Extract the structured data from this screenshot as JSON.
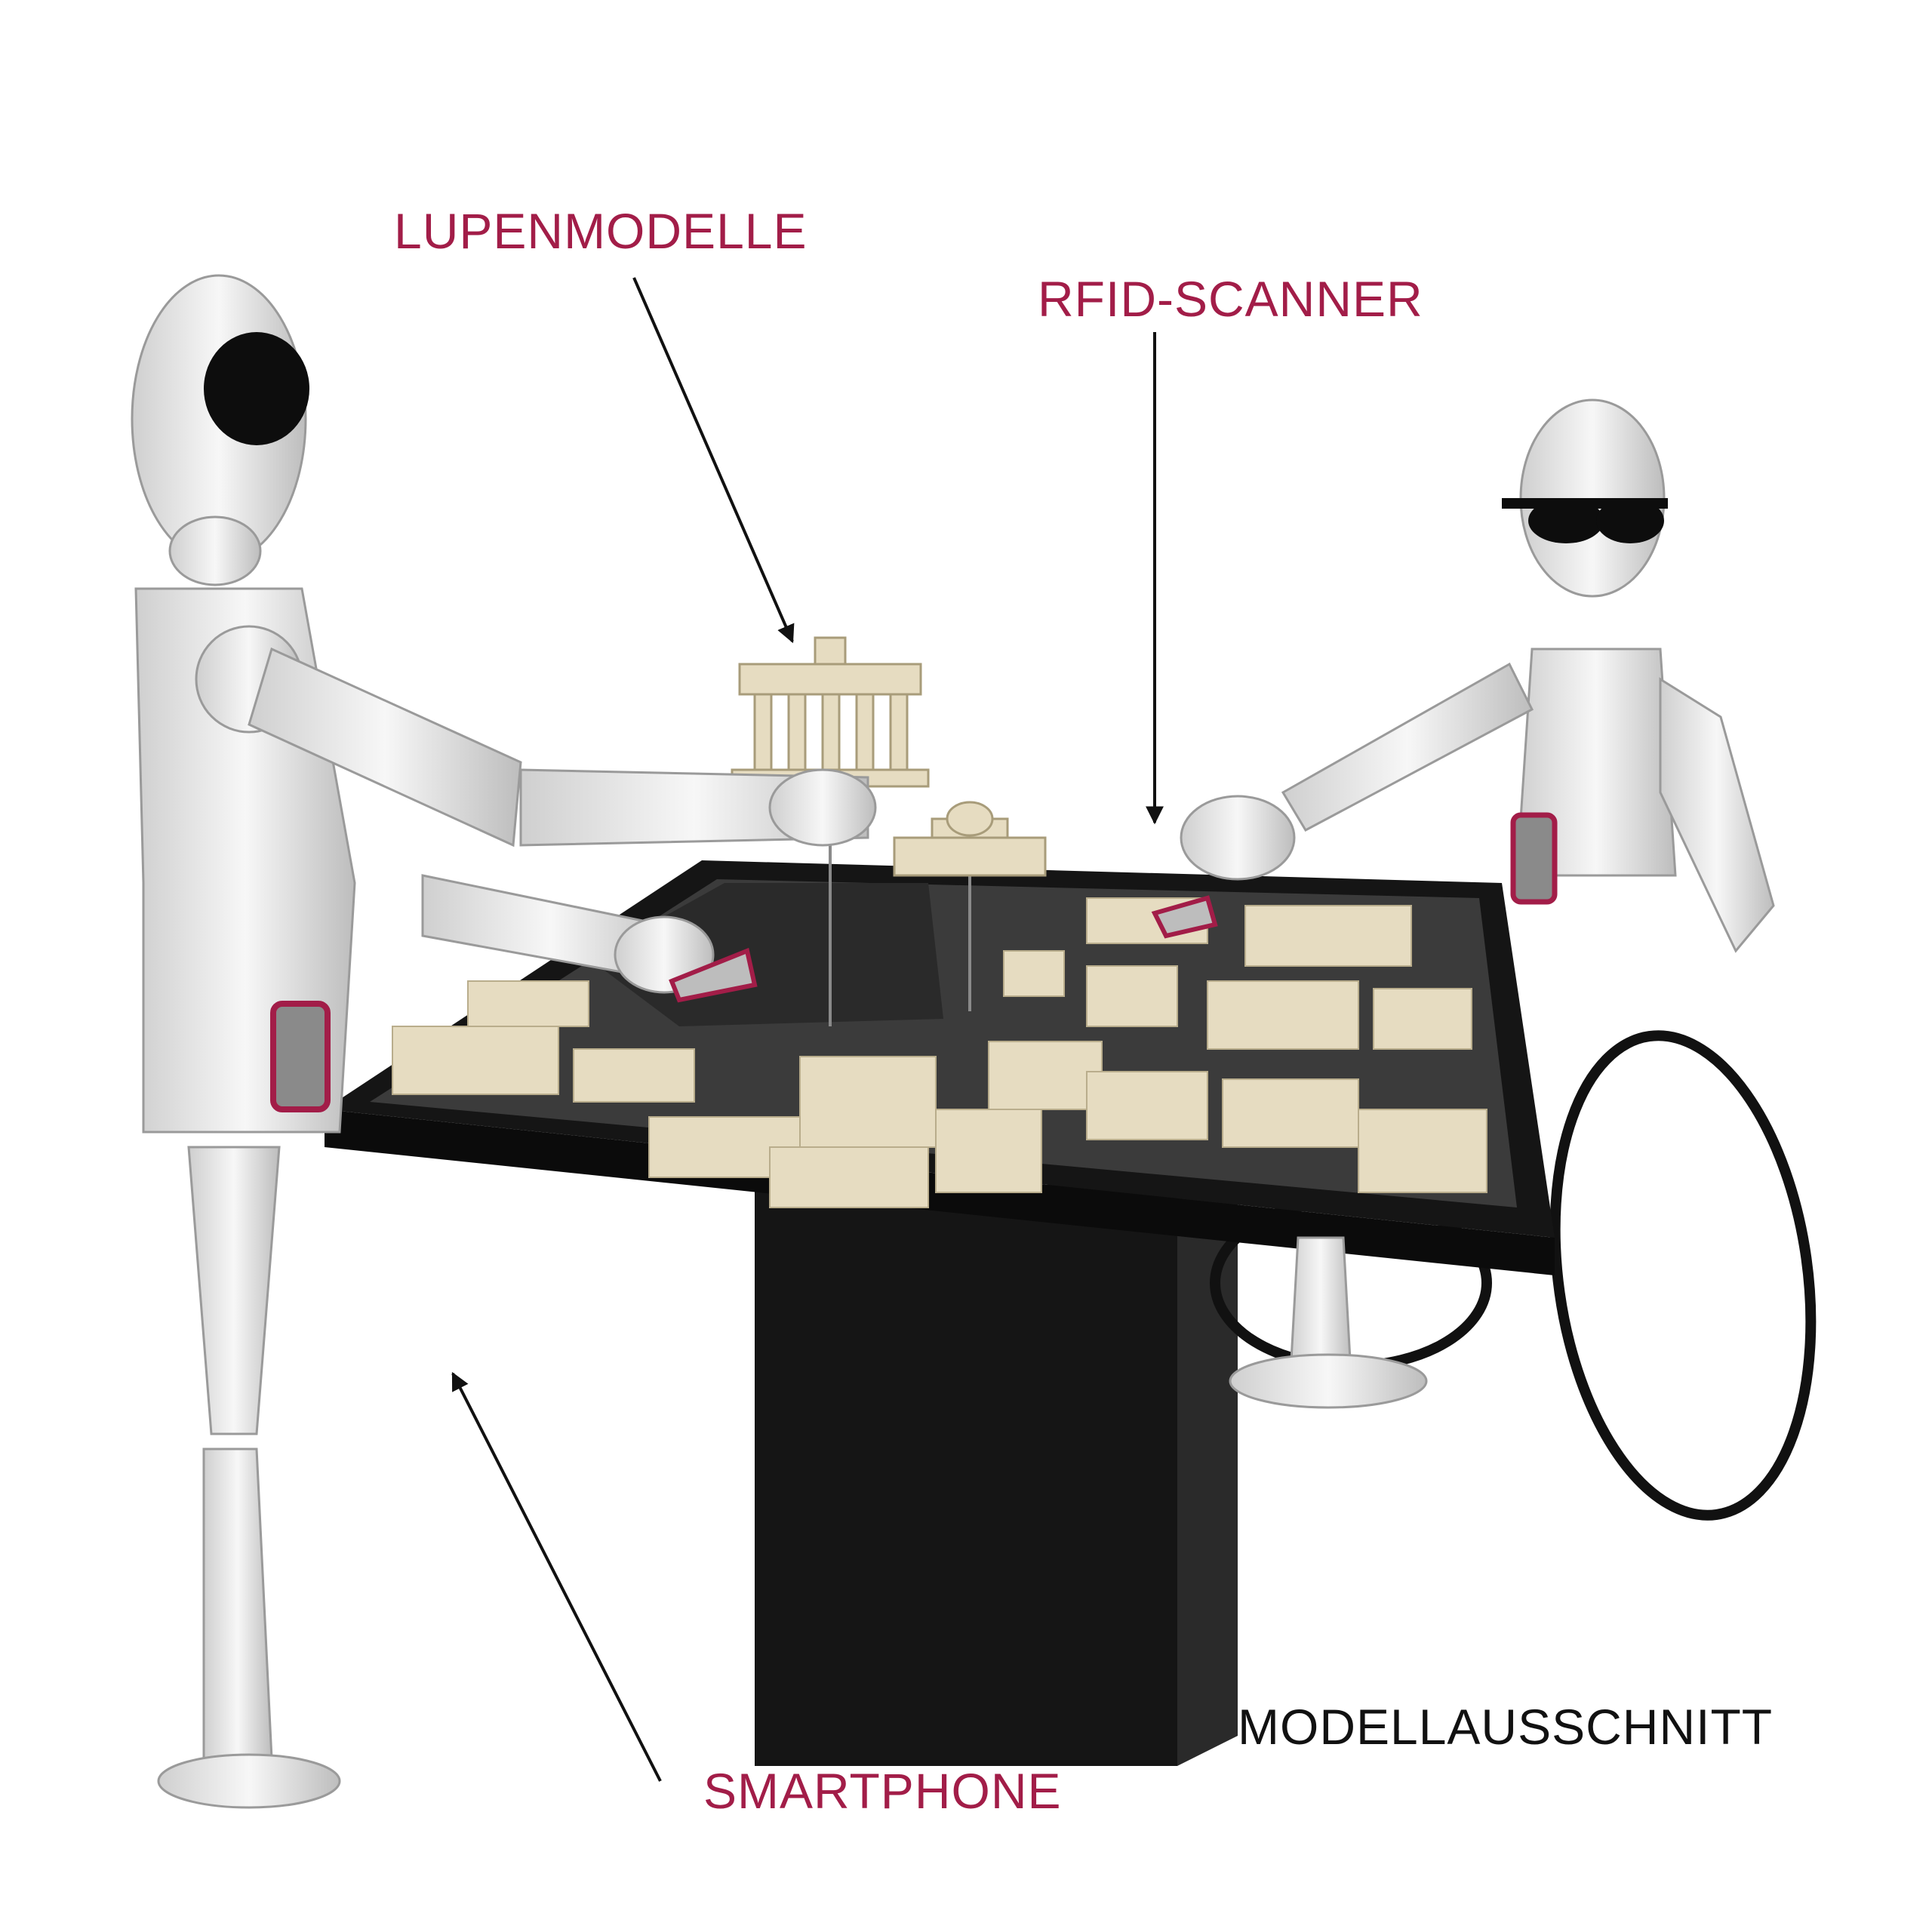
{
  "colors": {
    "accent": "#a21d48",
    "text_dark": "#111111",
    "table": "#171717",
    "model_buildings": "#e6dcc1",
    "figure": "#f2f2f2",
    "phone": "#a21d48"
  },
  "labels": {
    "lupenmodelle": "LUPENMODELLE",
    "rfid_scanner": "RFID-SCANNER",
    "smartphone": "SMARTPHONE",
    "modellausschnitt": "MODELLAUSSCHNITT"
  }
}
